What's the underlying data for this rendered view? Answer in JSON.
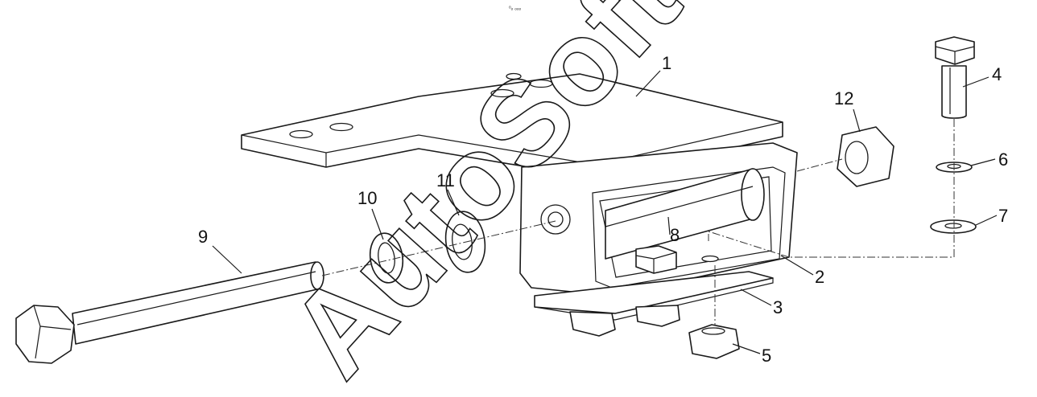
{
  "watermark": {
    "text": "AutoSoft"
  },
  "corner_mark": "ᵒₒ ₒₒₒ",
  "callouts": [
    {
      "id": "1",
      "label": "1"
    },
    {
      "id": "2",
      "label": "2"
    },
    {
      "id": "3",
      "label": "3"
    },
    {
      "id": "4",
      "label": "4"
    },
    {
      "id": "5",
      "label": "5"
    },
    {
      "id": "6",
      "label": "6"
    },
    {
      "id": "7",
      "label": "7"
    },
    {
      "id": "8",
      "label": "8"
    },
    {
      "id": "9",
      "label": "9"
    },
    {
      "id": "10",
      "label": "10"
    },
    {
      "id": "11",
      "label": "11"
    },
    {
      "id": "12",
      "label": "12"
    }
  ],
  "colors": {
    "line": "#1a1a1a",
    "background": "#ffffff"
  }
}
